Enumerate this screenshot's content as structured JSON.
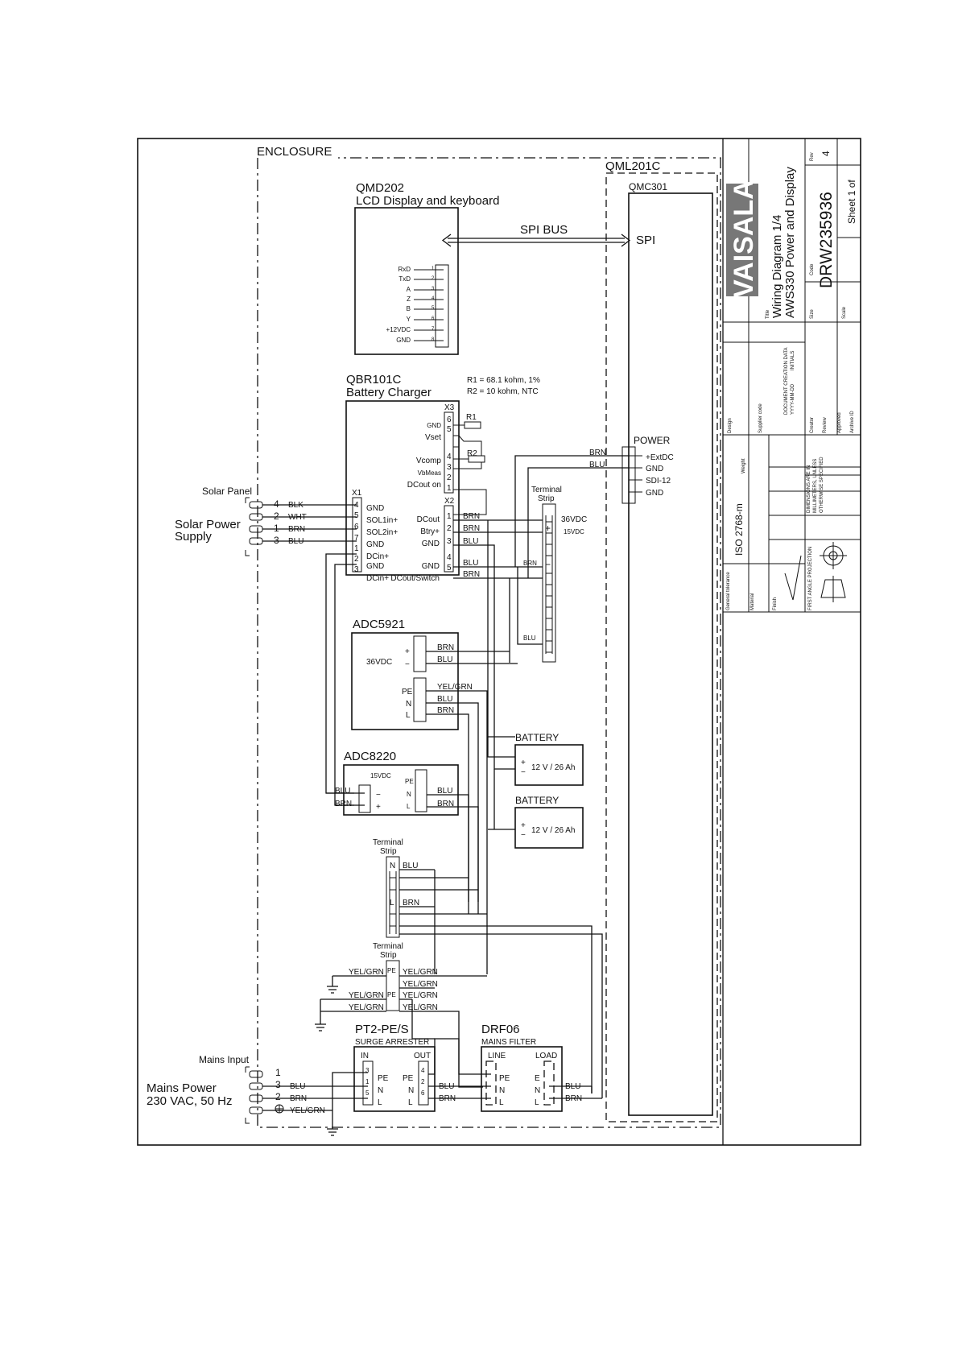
{
  "enclosure": {
    "label": "ENCLOSURE"
  },
  "qml": {
    "label": "QML201C",
    "qmc_label": "QMC301",
    "spi_label": "SPI",
    "power_label": "POWER",
    "power_pins": [
      "+ExtDC",
      "GND",
      "SDI-12",
      "GND"
    ]
  },
  "spi_bus": {
    "label": "SPI BUS"
  },
  "qmd": {
    "title": "QMD202",
    "subtitle": "LCD Display and keyboard",
    "pins": [
      "RxD",
      "TxD",
      "A",
      "Z",
      "B",
      "Y",
      "+12VDC",
      "GND"
    ],
    "nums": [
      "1",
      "2",
      "3",
      "4",
      "5",
      "6",
      "7",
      "8"
    ]
  },
  "qbr": {
    "title": "QBR101C",
    "subtitle": "Battery Charger",
    "note1": "R1 = 68.1 kohm, 1%",
    "note2": "R2 = 10 kohm, NTC",
    "x3": "X3",
    "x1": "X1",
    "x2": "X2",
    "r1": "R1",
    "r2": "R2",
    "gnd_top": "GND",
    "vset": "Vset",
    "vcomp": "Vcomp",
    "vbmeas": "VbMeas",
    "dcout_on": "DCout on",
    "x3_nums": [
      "6",
      "5",
      "4",
      "3",
      "2",
      "1"
    ],
    "x1_pins": [
      "GND",
      "SOL1in+",
      "SOL2in+",
      "GND",
      "DCin+",
      "GND",
      "DCin+"
    ],
    "x1_nums": [
      "4",
      "5",
      "6",
      "7",
      "1",
      "2",
      "3"
    ],
    "x2_pins": [
      "DCout",
      "Btry+",
      "GND",
      "GND",
      "DCout/Switch"
    ],
    "x2_nums": [
      "1",
      "2",
      "3",
      "4",
      "5"
    ]
  },
  "solar": {
    "panel": "Solar Panel",
    "supply1": "Solar Power",
    "supply2": "Supply",
    "nums": [
      "4",
      "2",
      "1",
      "3"
    ],
    "wires": [
      "BLK",
      "WHT",
      "BRN",
      "BLU"
    ]
  },
  "terminal_strip_top": {
    "label1": "Terminal",
    "label2": "Strip",
    "plus": "+",
    "minus": "−",
    "v36": "36VDC",
    "v15": "15VDC"
  },
  "adc5921": {
    "title": "ADC5921",
    "v": "36VDC",
    "plus": "+",
    "minus": "−",
    "pe": "PE",
    "n": "N",
    "l": "L"
  },
  "adc8220": {
    "title": "ADC8220",
    "v": "15VDC",
    "minus": "−",
    "plus": "+",
    "pe": "PE",
    "n": "N",
    "l": "L"
  },
  "battery": {
    "label": "BATTERY",
    "spec": "12 V / 26 Ah",
    "plus": "+",
    "minus": "−"
  },
  "terminal_strip_mid": {
    "label1": "Terminal",
    "label2": "Strip",
    "n": "N",
    "l": "L"
  },
  "terminal_strip_pe": {
    "label1": "Terminal",
    "label2": "Strip",
    "pe": "PE"
  },
  "pt2": {
    "title": "PT2-PE/S",
    "subtitle": "SURGE ARRESTER",
    "in": "IN",
    "out": "OUT",
    "in_nums": [
      "3",
      "1",
      "5"
    ],
    "out_nums": [
      "4",
      "2",
      "6"
    ],
    "pe": "PE",
    "n": "N",
    "l": "L"
  },
  "drf": {
    "title": "DRF06",
    "subtitle": "MAINS FILTER",
    "line": "LINE",
    "load": "LOAD",
    "pe": "PE",
    "n": "N",
    "l": "L",
    "e": "E"
  },
  "mains": {
    "input": "Mains Input",
    "power1": "Mains Power",
    "power2": "230 VAC, 50 Hz",
    "nums": [
      "1",
      "3",
      "2"
    ]
  },
  "wires": {
    "brn": "BRN",
    "blu": "BLU",
    "yelgrn": "YEL/GRN"
  },
  "title_block": {
    "logo": "VAISALA",
    "title_key": "Title",
    "title1": "Wiring Diagram 1/4",
    "title2": "AWS330 Power and Display",
    "code_key": "Code",
    "code": "DRW235936",
    "rev_key": "Rev",
    "rev": "4",
    "sheet": "Sheet  1  of",
    "size_key": "Size",
    "scale_key": "Scale",
    "design": "Design",
    "supplier": "Supplier code",
    "creator": "Creator",
    "review": "Review",
    "approved": "Approved",
    "archive": "Archive ID",
    "doc_data": "DOCUMENT CREATION DATA",
    "yyyy": "YYYY-MM-DD",
    "initials": "INITIALS",
    "iso": "ISO 2768-m",
    "general_tol": "General tolerance",
    "weight": "Weight",
    "material": "Material",
    "finish": "Finish",
    "projection": "FIRST ANGLE PROJECTION",
    "dims1": "DIMENSIONS ARE IN",
    "dims2": "MILLIMETERS, UNLESS",
    "dims3": "OTHERWISE SPECIFIED"
  }
}
